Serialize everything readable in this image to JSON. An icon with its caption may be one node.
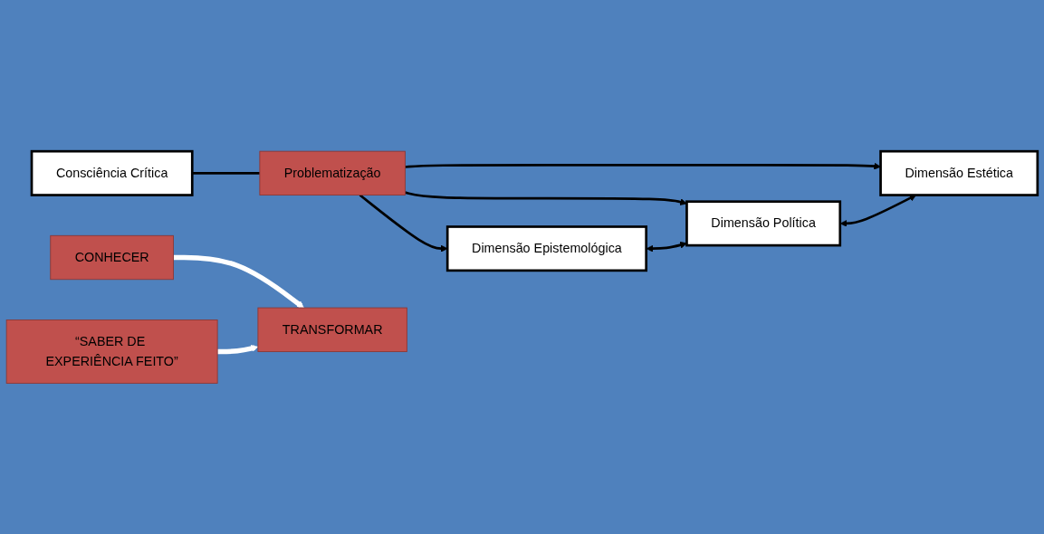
{
  "diagram": {
    "nodes": [
      {
        "text": [
          "Consciência Crítica"
        ]
      },
      {
        "text": [
          "Problematização"
        ]
      },
      {
        "text": [
          "Dimensão Epistemológica"
        ]
      },
      {
        "text": [
          "Dimensão Política"
        ]
      },
      {
        "text": [
          "Dimensão Estética"
        ]
      },
      {
        "text": [
          "CONHECER"
        ]
      },
      {
        "text": [
          "TRANSFORMAR"
        ]
      },
      {
        "text": [
          "“SABER DE EXPERIÊNCIA FEITO”"
        ]
      }
    ],
    "edges": [
      {
        "from": 0,
        "to": 1,
        "arrow": "none"
      },
      {
        "from": 1,
        "to": 2,
        "arrow": "to"
      },
      {
        "from": 1,
        "to": 3,
        "arrow": "to"
      },
      {
        "from": 1,
        "to": 4,
        "arrow": "to"
      },
      {
        "from": 2,
        "to": 3,
        "arrow": "both"
      },
      {
        "from": 3,
        "to": 4,
        "arrow": "both"
      },
      {
        "from": 5,
        "to": 6,
        "arrow": "to",
        "style": "thick",
        "color": "#ffffff"
      },
      {
        "from": 7,
        "to": 6,
        "arrow": "to",
        "style": "thick",
        "color": "#ffffff"
      }
    ]
  }
}
